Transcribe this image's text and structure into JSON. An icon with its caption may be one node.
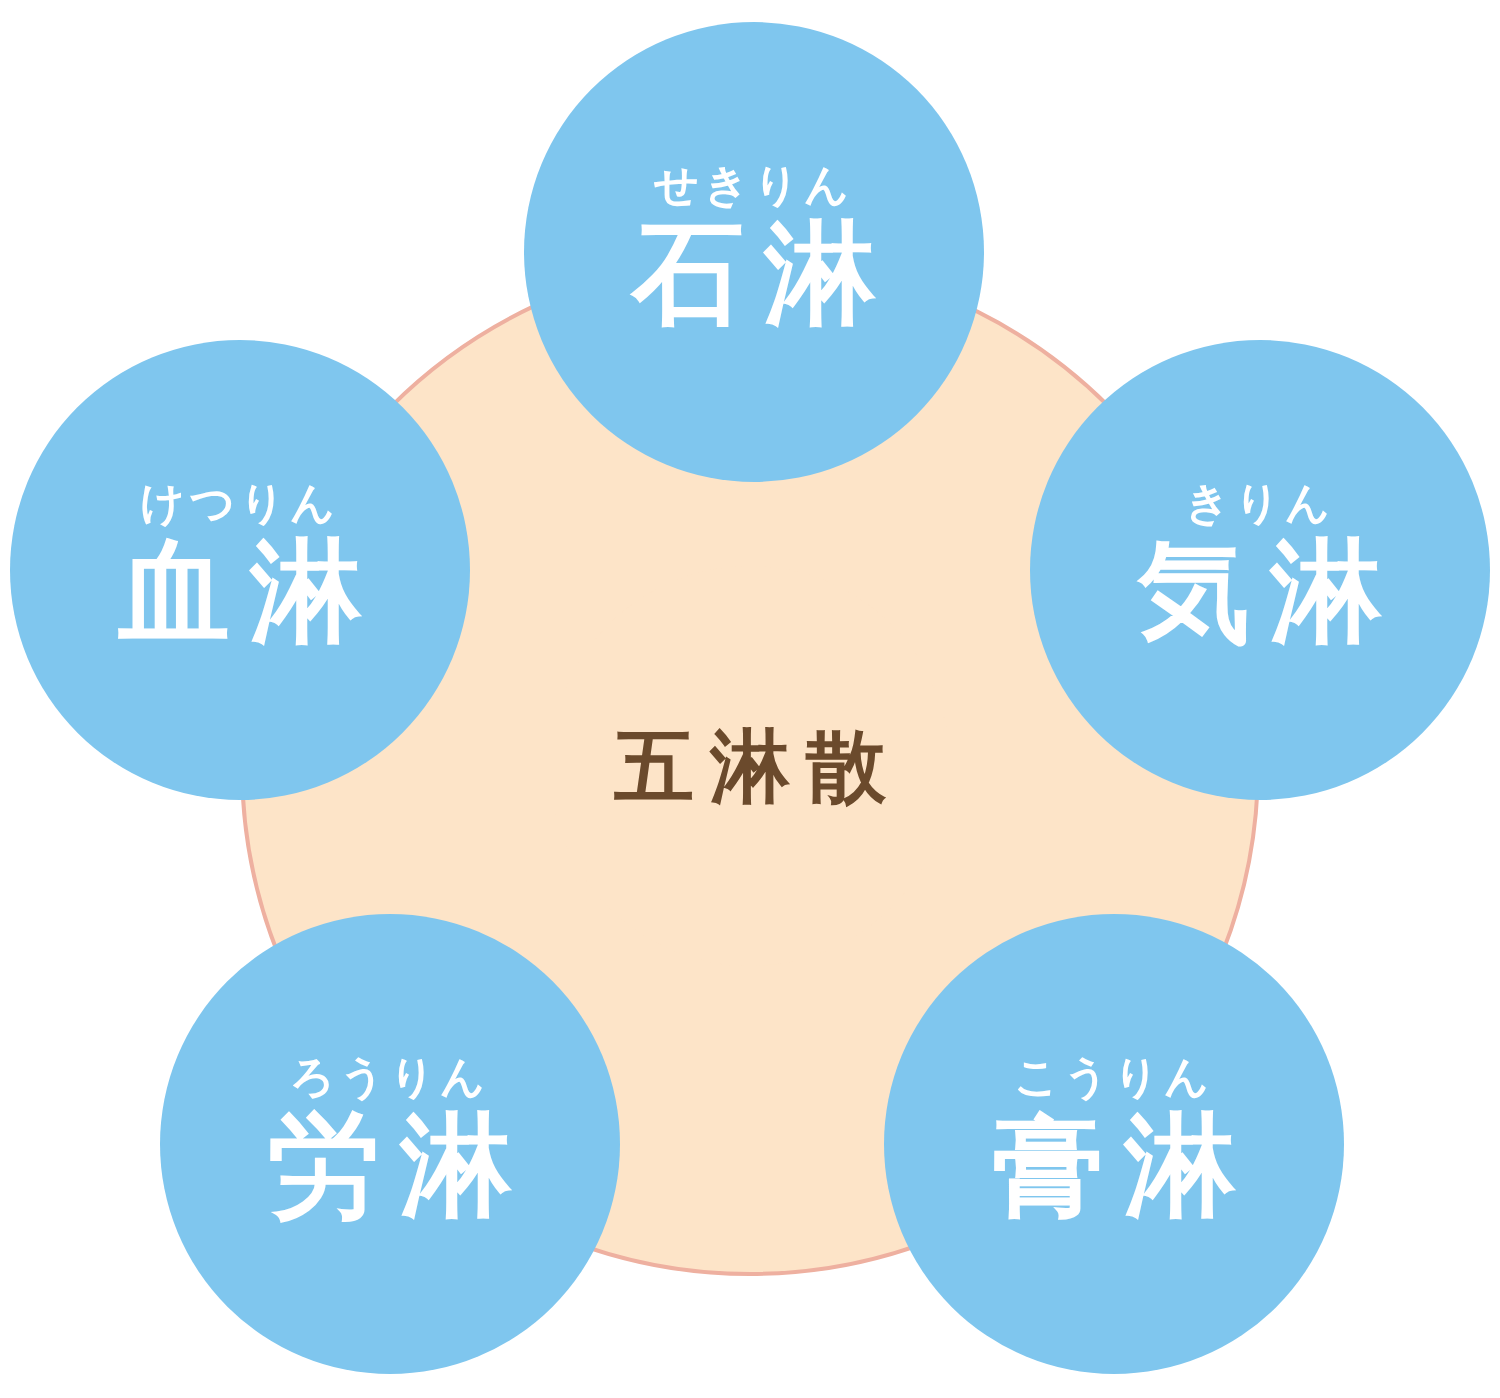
{
  "diagram": {
    "nodes": [
      {
        "text": [
          "五淋散"
        ]
      },
      {
        "text": [
          "せきりん",
          "石淋"
        ]
      },
      {
        "text": [
          "けつりん",
          "血淋"
        ]
      },
      {
        "text": [
          "きりん",
          "気淋"
        ]
      },
      {
        "text": [
          "ろうりん",
          "労淋"
        ]
      },
      {
        "text": [
          "こうりん",
          "膏淋"
        ]
      }
    ]
  }
}
